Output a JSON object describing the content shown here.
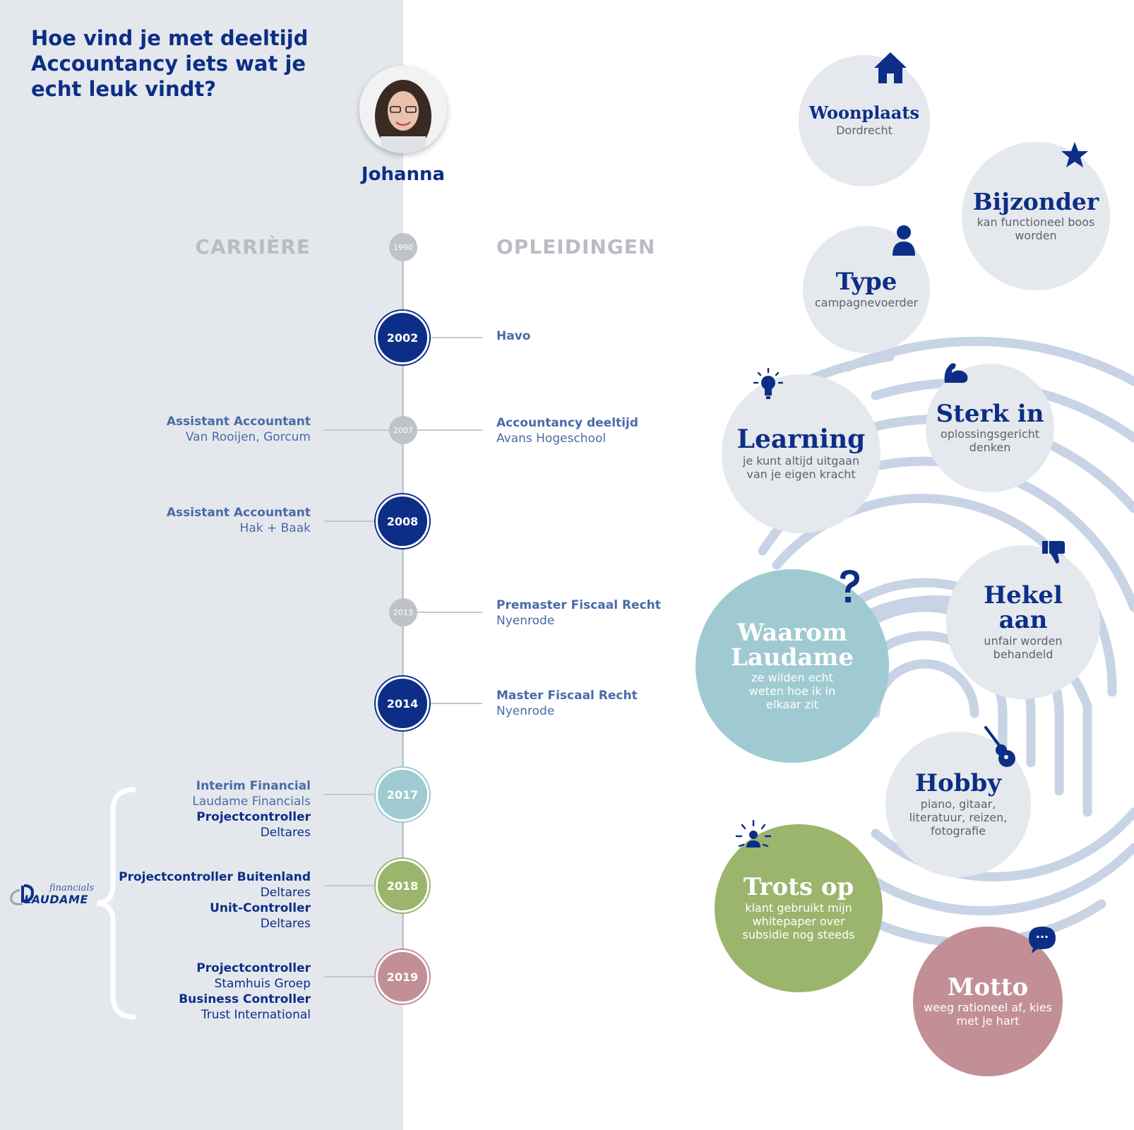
{
  "header": {
    "title": "Hoe vind je met deeltijd Accountancy iets wat je echt leuk vindt?",
    "person_name": "Johanna"
  },
  "columns": {
    "career": "CARRIÈRE",
    "education": "OPLEIDINGEN"
  },
  "timeline": {
    "years": [
      "1990",
      "2002",
      "2007",
      "2008",
      "2013",
      "2014",
      "2017",
      "2018",
      "2019"
    ],
    "education": [
      {
        "title": "Havo",
        "place": ""
      },
      {
        "title": "Accountancy deeltijd",
        "place": "Avans Hogeschool"
      },
      {
        "title": "Premaster Fiscaal Recht",
        "place": "Nyenrode"
      },
      {
        "title": "Master Fiscaal Recht",
        "place": "Nyenrode"
      }
    ],
    "career": [
      {
        "title": "Assistant Accountant",
        "place": "Van Rooijen, Gorcum"
      },
      {
        "title": "Assistant Accountant",
        "place": "Hak + Baak"
      },
      {
        "title": "Interim Financial",
        "place": "Laudame Financials"
      },
      {
        "title": "Projectcontroller",
        "place": "Deltares"
      },
      {
        "title": "Projectcontroller Buitenland",
        "place": "Deltares"
      },
      {
        "title": "Unit-Controller",
        "place": "Deltares"
      },
      {
        "title": "Projectcontroller",
        "place": "Stamhuis Groep"
      },
      {
        "title": "Business Controller",
        "place": "Trust International"
      }
    ]
  },
  "logo": {
    "sub": "financials",
    "main": "LAUDAME"
  },
  "profile": {
    "woonplaats": {
      "title": "Woonplaats",
      "value": "Dordrecht"
    },
    "bijzonder": {
      "title": "Bijzonder",
      "value": "kan functioneel boos worden"
    },
    "type": {
      "title": "Type",
      "value": "campagnevoerder"
    },
    "learning": {
      "title": "Learning",
      "value": "je kunt altijd uitgaan van je eigen kracht"
    },
    "sterk": {
      "title": "Sterk in",
      "value": "oplossingsgericht denken"
    },
    "waarom": {
      "title": "Waarom Laudame",
      "value": "ze wilden echt weten hoe ik in elkaar zit"
    },
    "hekel": {
      "title": "Hekel aan",
      "value": "unfair worden behandeld"
    },
    "hobby": {
      "title": "Hobby",
      "value": "piano, gitaar, literatuur, reizen, fotografie"
    },
    "trots": {
      "title": "Trots op",
      "value": "klant gebruikt mijn whitepaper over subsidie nog steeds"
    },
    "motto": {
      "title": "Motto",
      "value": "weeg rationeel af, kies met je hart"
    },
    "chat_icon_text": "..."
  },
  "colors": {
    "navy": "#0d2e86",
    "grey_panel": "#e4e8ed",
    "teal": "#9fcad1",
    "green": "#9bb56d",
    "rose": "#c28f96",
    "fingerprint": "#c8d3e6"
  }
}
